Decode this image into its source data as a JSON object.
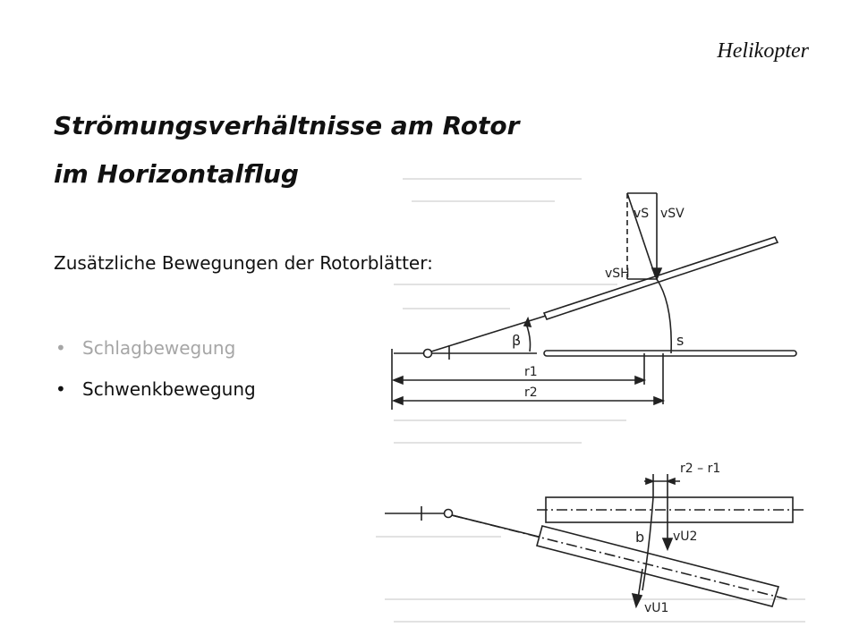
{
  "header": {
    "title": "Helikopter"
  },
  "main": {
    "title_line1": "Strömungsverhältnisse am Rotor",
    "title_line2": "im Horizontalflug",
    "subtitle": "Zusätzliche Bewegungen der Rotorblätter:",
    "bullets": [
      {
        "label": "Schlagbewegung",
        "active": false
      },
      {
        "label": "Schwenkbewegung",
        "active": true
      }
    ]
  },
  "figure_top": {
    "labels": {
      "vs": "vS",
      "vsv": "vSV",
      "vsh": "vSH",
      "beta": "β",
      "s": "s",
      "r1": "r1",
      "r2": "r2"
    }
  },
  "figure_bottom": {
    "labels": {
      "r2_r1": "r2 – r1",
      "vu2": "vU2",
      "b": "b",
      "vu1": "vU1"
    }
  }
}
